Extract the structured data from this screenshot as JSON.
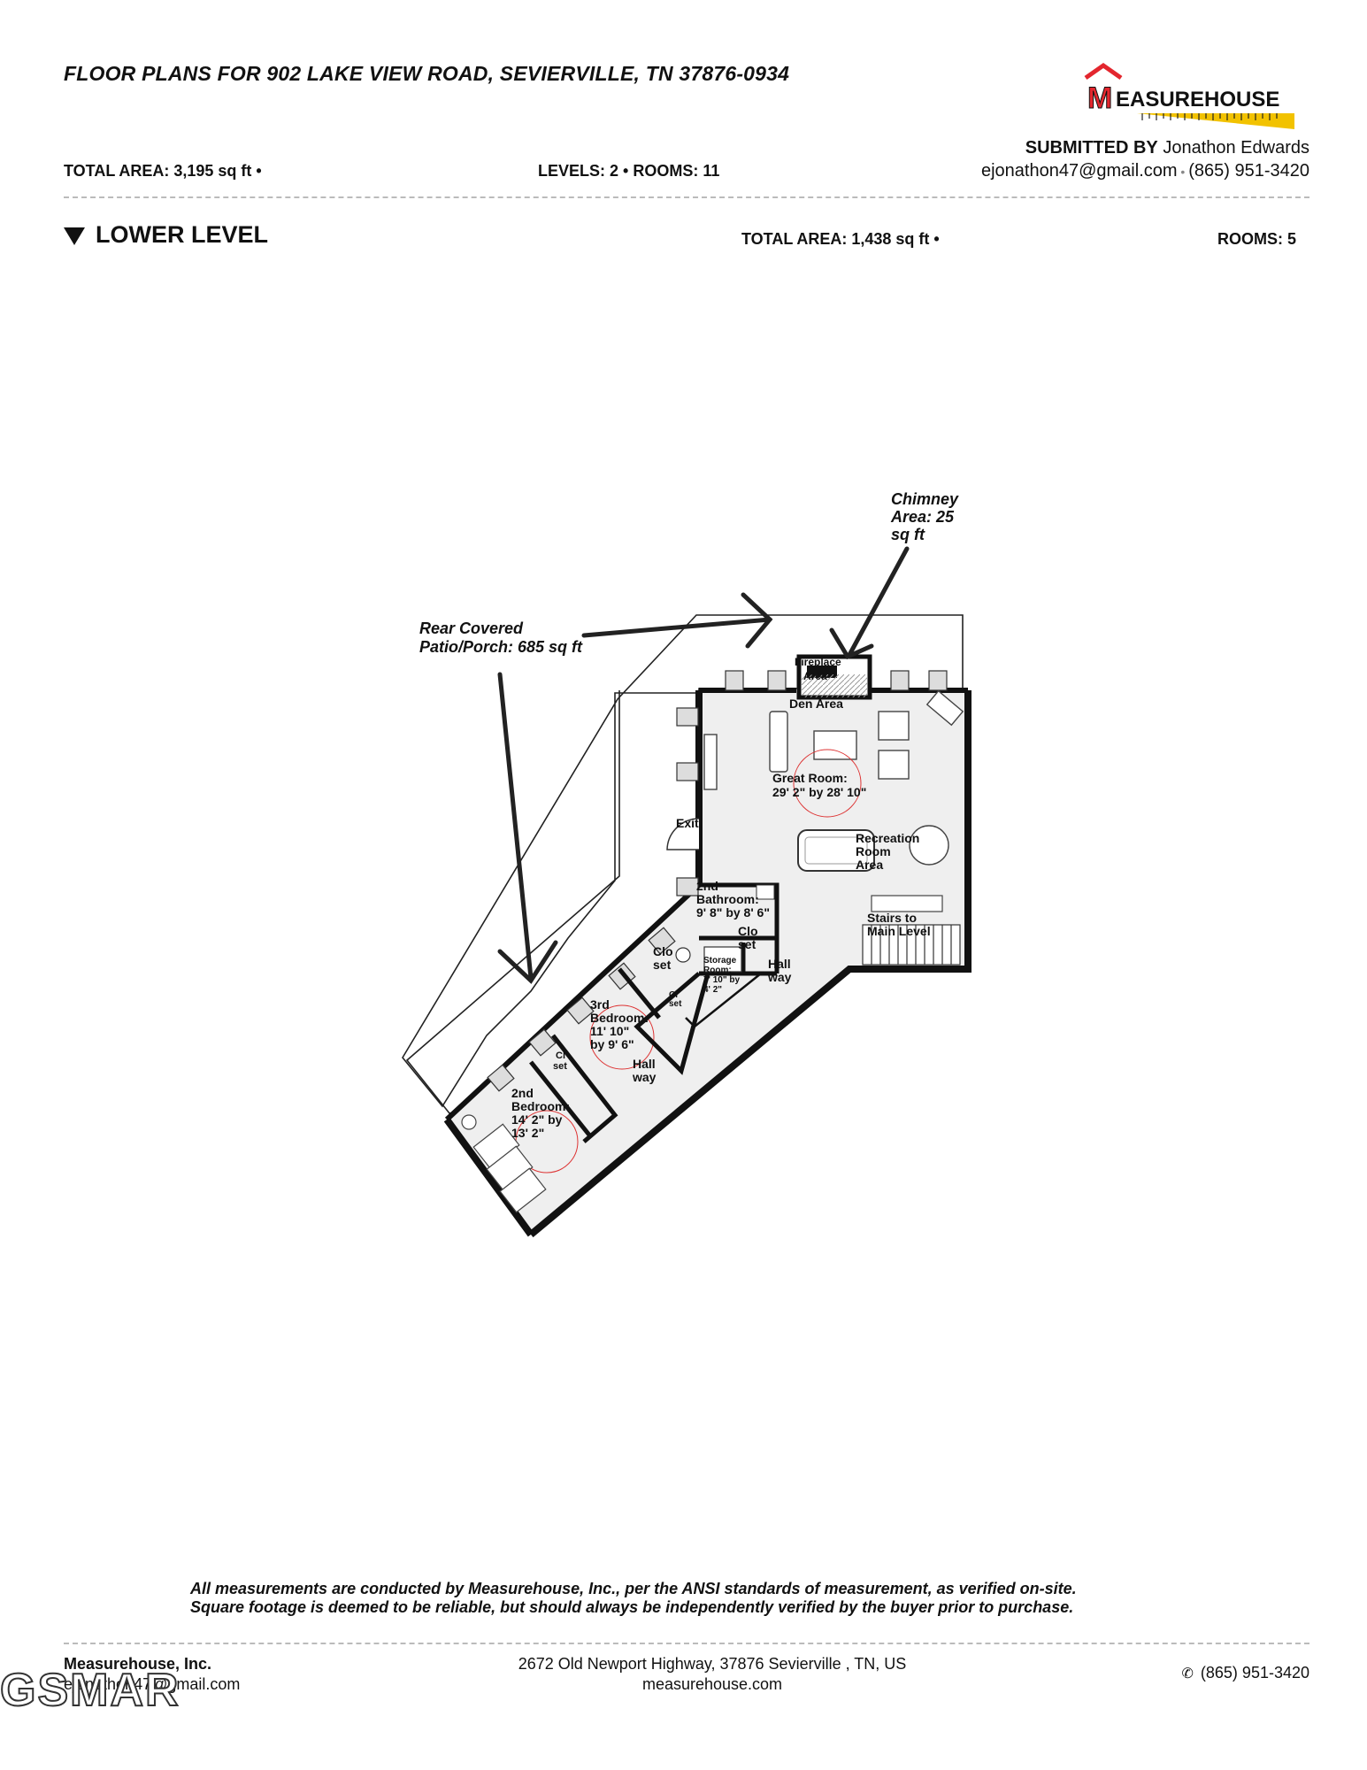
{
  "title": "FLOOR PLANS FOR 902 LAKE VIEW ROAD, SEVIERVILLE, TN 37876-0934",
  "summary": {
    "total_area": "TOTAL AREA: 3,195 sq ft •",
    "levels_rooms": "LEVELS:  2 • ROOMS: 11"
  },
  "submitted": {
    "label": "SUBMITTED BY",
    "name": "Jonathon Edwards",
    "email": "ejonathon47@gmail.com",
    "phone": "(865) 951-3420"
  },
  "logo": {
    "text_m": "M",
    "text_rest": "EASUREHOUSE",
    "accent_color": "#e3262e",
    "ruler_color": "#f2c200"
  },
  "level": {
    "name": "LOWER LEVEL",
    "total_area": "TOTAL AREA: 1,438 sq ft •",
    "rooms": "ROOMS: 5"
  },
  "plan": {
    "annotations": {
      "chimney": [
        "Chimney",
        "Area: 25",
        "sq ft"
      ],
      "patio": [
        "Rear Covered",
        "Patio/Porch: 685 sq ft"
      ]
    },
    "labels": {
      "fireplace": "Fireplace",
      "fireplace_area": "Area",
      "den": "Den Area",
      "great_room": "Great Room:",
      "great_room_dim": "29' 2\" by 28' 10\"",
      "exit": "Exit",
      "recreation_1": "Recreation",
      "recreation_2": "Room",
      "recreation_3": "Area",
      "bath_1": "2nd",
      "bath_2": "Bathroom:",
      "bath_3": "9' 8\" by 8' 6\"",
      "stairs_1": "Stairs to",
      "stairs_2": "Main Level",
      "clo_1": "Clo",
      "clo_2": "set",
      "closet_a_1": "Clo",
      "closet_a_2": "set",
      "storage_1": "Storage",
      "storage_2": "Room:",
      "storage_3": "7' 10\" by",
      "storage_4": "4' 2\"",
      "hall_1_a": "Hall",
      "hall_1_b": "way",
      "cl_small": "Cl",
      "set_small": "set",
      "bed3_1": "3rd",
      "bed3_2": "Bedroom:",
      "bed3_3": "11' 10\"",
      "bed3_4": "by 9' 6\"",
      "hall_2_a": "Hall",
      "hall_2_b": "way",
      "cl_b": "Cl",
      "set_b": "set",
      "bed2_1": "2nd",
      "bed2_2": "Bedroom:",
      "bed2_3": "14' 2\" by",
      "bed2_4": "13' 2\""
    }
  },
  "disclaimer": [
    "All measurements are conducted by Measurehouse, Inc., per the ANSI standards of measurement, as verified on-site.",
    "Square footage is deemed to be reliable, but should always be independently verified by the buyer prior to purchase."
  ],
  "footer": {
    "company": "Measurehouse, Inc.",
    "email": "ejonathon47@gmail.com",
    "address": "2672 Old Newport Highway, 37876 Sevierville , TN, US",
    "website": "measurehouse.com",
    "phone": "(865) 951-3420"
  },
  "watermark": "GSMAR"
}
